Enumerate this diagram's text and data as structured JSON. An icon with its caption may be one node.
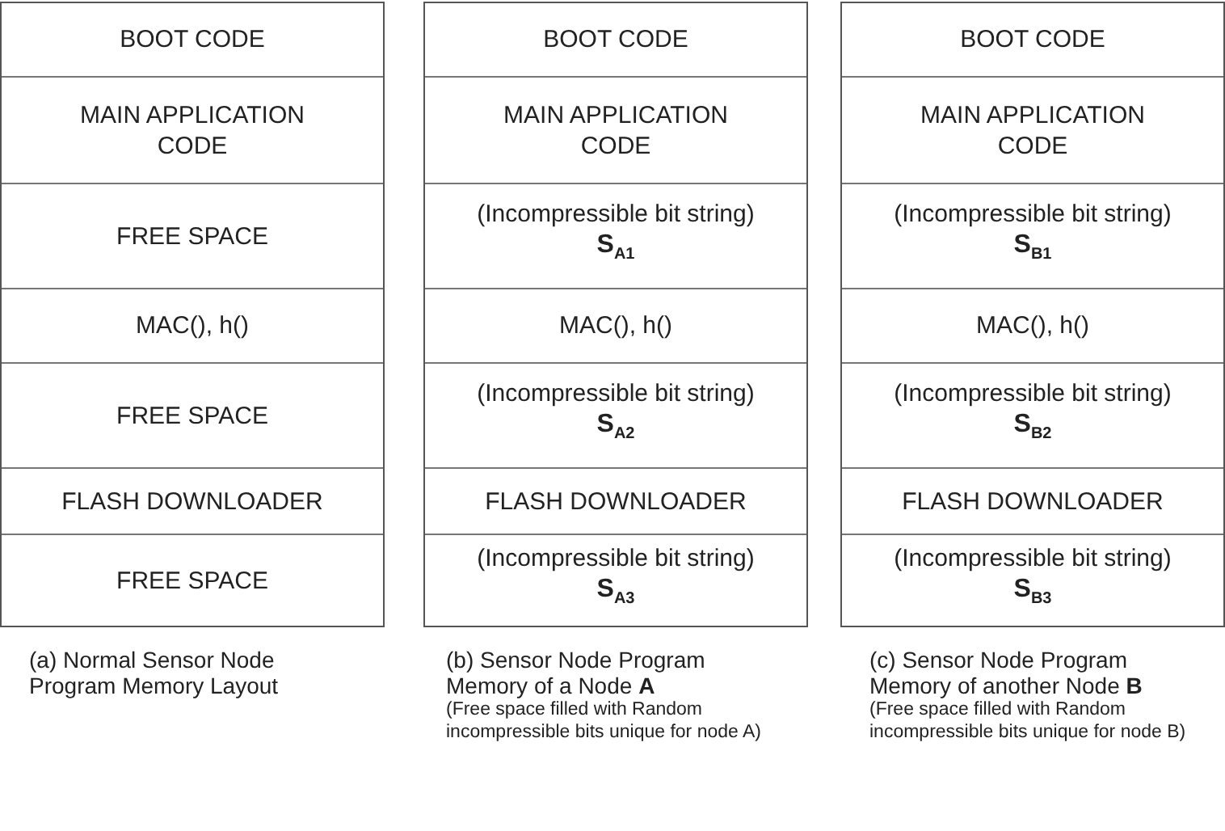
{
  "diagram": {
    "nodes": [
      {
        "text": [],
        "shape": "box",
        "beside": [
          "(a) Normal Sensor Node Program Memory Layout"
        ]
      },
      {
        "text": [
          "BOOT CODE"
        ],
        "in": 0
      },
      {
        "text": [
          "MAIN APPLICATION CODE"
        ],
        "in": 0
      },
      {
        "text": [
          "FREE SPACE"
        ],
        "in": 0
      },
      {
        "text": [
          "MAC(), h()"
        ],
        "in": 0
      },
      {
        "text": [
          "FREE SPACE"
        ],
        "in": 0
      },
      {
        "text": [
          "FLASH DOWNLOADER"
        ],
        "in": 0
      },
      {
        "text": [
          "FREE SPACE"
        ],
        "in": 0
      },
      {
        "text": [],
        "shape": "box",
        "beside": [
          "(b) Sensor Node Program Memory of a Node **A**",
          "(Free space filled with Random incompressible bits unique for node A)"
        ]
      },
      {
        "text": [
          "BOOT CODE"
        ],
        "in": 8
      },
      {
        "text": [
          "MAIN APPLICATION CODE"
        ],
        "in": 8
      },
      {
        "text": [
          "(Incompressible bit string)",
          "S$_{A1}$"
        ],
        "in": 8
      },
      {
        "text": [
          "MAC(), h()"
        ],
        "in": 8
      },
      {
        "text": [
          "(Incompressible bit string)",
          "S$_{A2}$"
        ],
        "in": 8
      },
      {
        "text": [
          "FLASH DOWNLOADER"
        ],
        "in": 8
      },
      {
        "text": [
          "(Incompressible bit string)",
          "S$_{A3}$"
        ],
        "in": 8
      },
      {
        "text": [],
        "shape": "box",
        "beside": [
          "(c) Sensor Node Program Memory of another Node **B**",
          "(Free space filled with Random incompressible bits unique for node B)"
        ]
      },
      {
        "text": [
          "BOOT CODE"
        ],
        "in": 16
      },
      {
        "text": [
          "MAIN APPLICATION CODE"
        ],
        "in": 16
      },
      {
        "text": [
          "(Incompressible bit string)",
          "S$_{B1}$"
        ],
        "in": 16
      },
      {
        "text": [
          "MAC(), h()"
        ],
        "in": 16
      },
      {
        "text": [
          "(Incompressible bit string)",
          "S$_{B2}$"
        ],
        "in": 16
      },
      {
        "text": [
          "FLASH DOWNLOADER"
        ],
        "in": 16
      },
      {
        "text": [
          "(Incompressible bit string)",
          "S$_{B3}$"
        ],
        "in": 16
      }
    ]
  }
}
